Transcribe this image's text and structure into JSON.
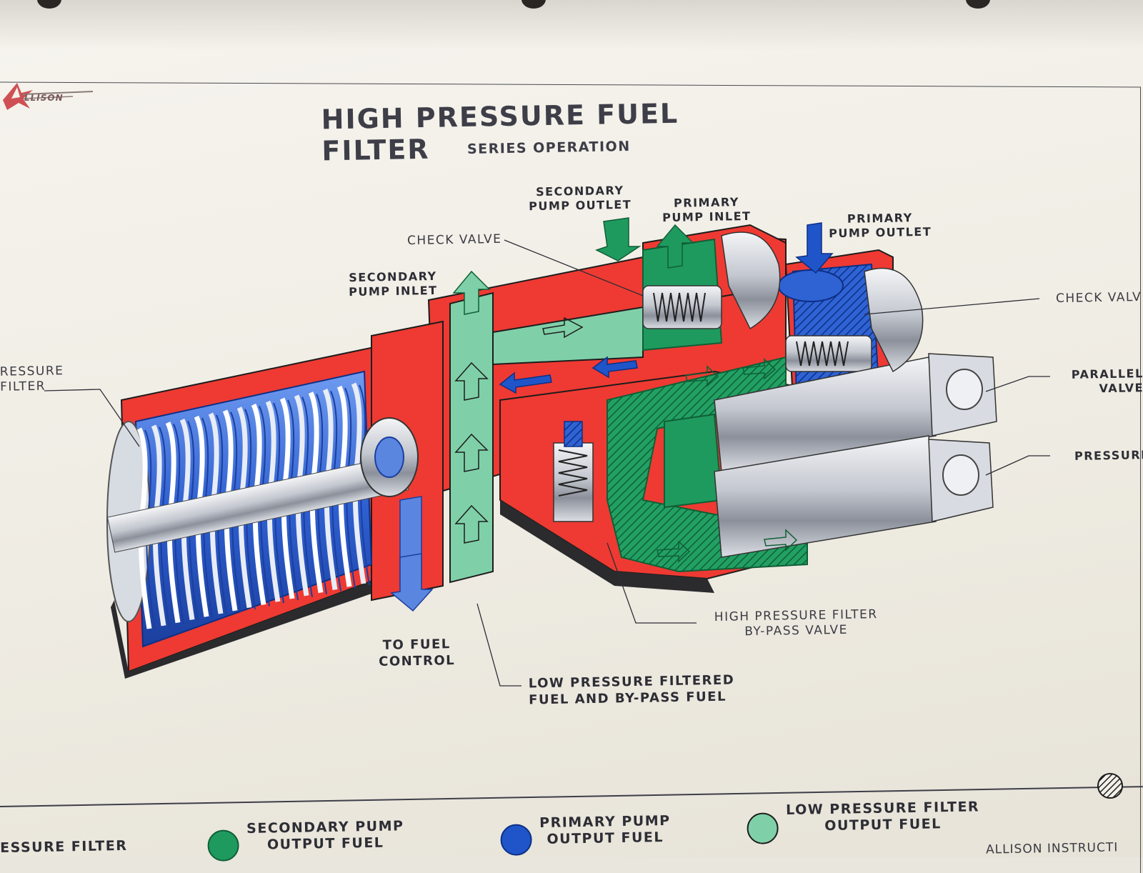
{
  "document": {
    "brand": "LLISON",
    "title": "HIGH PRESSURE FUEL FILTER",
    "subtitle": "SERIES OPERATION"
  },
  "labels": {
    "secondary_pump_outlet": "SECONDARY\nPUMP OUTLET",
    "primary_pump_inlet": "PRIMARY\nPUMP INLET",
    "primary_pump_outlet": "PRIMARY\nPUMP OUTLET",
    "check_valve_left": "CHECK VALVE",
    "check_valve_right": "CHECK VALV",
    "secondary_pump_inlet": "SECONDARY\nPUMP INLET",
    "pressure_filter": "RESSURE\nFILTER",
    "parallel_valve": "PARALLEL\nVALVE",
    "pressure_right": "PRESSURE",
    "hp_bypass_valve": "HIGH PRESSURE FILTER\nBY-PASS VALVE",
    "to_fuel_control": "TO FUEL\nCONTROL",
    "low_pressure_filtered": "LOW PRESSURE FILTERED\nFUEL AND BY-PASS FUEL"
  },
  "legend": [
    {
      "text": "ESSURE FILTER",
      "color": ""
    },
    {
      "text": "SECONDARY PUMP\nOUTPUT FUEL",
      "color": "#1f9a5e"
    },
    {
      "text": "PRIMARY PUMP\nOUTPUT FUEL",
      "color": "#1f55c9"
    },
    {
      "text": "LOW PRESSURE FILTER\nOUTPUT FUEL",
      "color": "#6fc89f"
    }
  ],
  "footer": "ALLISON INSTRUCTI",
  "colors": {
    "housing": "#ee3a32",
    "secondary_fuel": "#1f9a5e",
    "primary_fuel": "#1f55c9",
    "low_pressure_fuel": "#7fd0a8",
    "metal": "#c9ccd3",
    "filter_blue": "#3f74d8"
  }
}
